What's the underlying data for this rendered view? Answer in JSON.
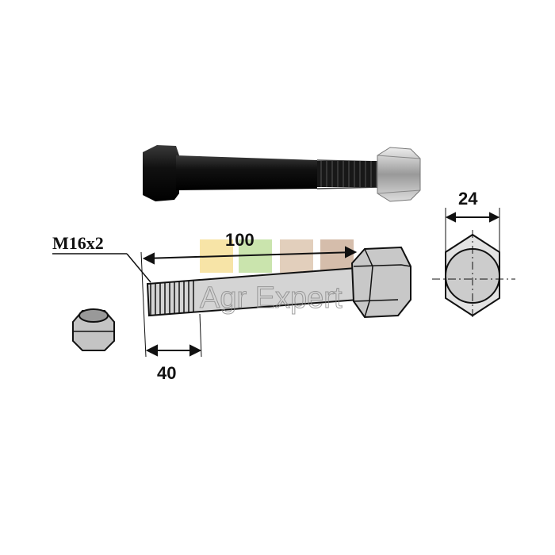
{
  "diagram": {
    "thread_label": "M16x2",
    "length_label": "100",
    "thread_length_label": "40",
    "head_width_label": "24"
  },
  "watermark": {
    "text": "Agr Expert",
    "tile_colors": [
      "#f5dc8a",
      "#b9dc92",
      "#d9bfa6",
      "#c7a890"
    ]
  }
}
